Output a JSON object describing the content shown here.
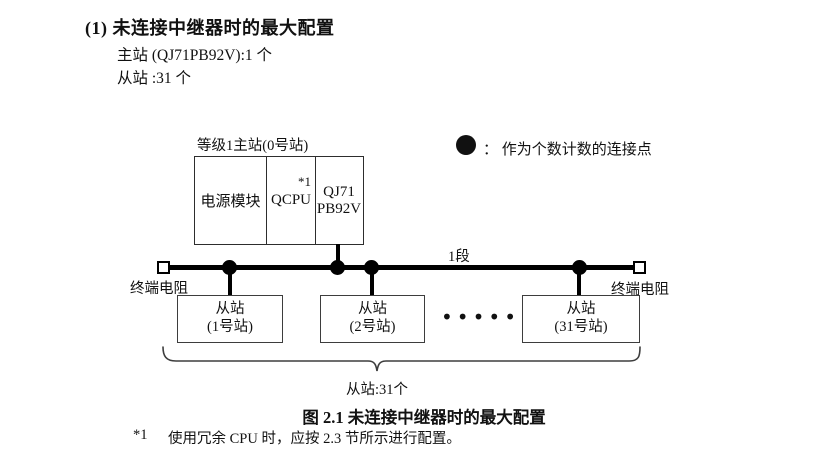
{
  "colors": {
    "ink": "#111111",
    "line": "#000000",
    "box_border": "#3d3d3d",
    "background": "#ffffff"
  },
  "header": {
    "heading": "(1) 未连接中继器时的最大配置",
    "master_spec": "主站 (QJ71PB92V):1 个",
    "slave_spec": "从站 :31 个"
  },
  "legend": {
    "text": "： 作为个数计数的连接点"
  },
  "diagram": {
    "master_label": "等级1主站(0号站)",
    "master_cells": {
      "power": "电源模块",
      "cpu": "QCPU",
      "cpu_note": "*1",
      "module_line1": "QJ71",
      "module_line2": "PB92V"
    },
    "segment_label": "1段",
    "terminator_left_label": "终端电阻",
    "terminator_right_label": "终端电阻",
    "slaves": [
      {
        "line1": "从站",
        "line2": "(1号站)"
      },
      {
        "line1": "从站",
        "line2": "(2号站)"
      },
      {
        "line1": "从站",
        "line2": "(31号站)"
      }
    ],
    "ellipsis": "••••••",
    "brace_label": "从站:31个"
  },
  "caption": "图 2.1 未连接中继器时的最大配置",
  "footnote": {
    "marker": "*1",
    "text": "使用冗余 CPU 时，应按 2.3 节所示进行配置。"
  }
}
